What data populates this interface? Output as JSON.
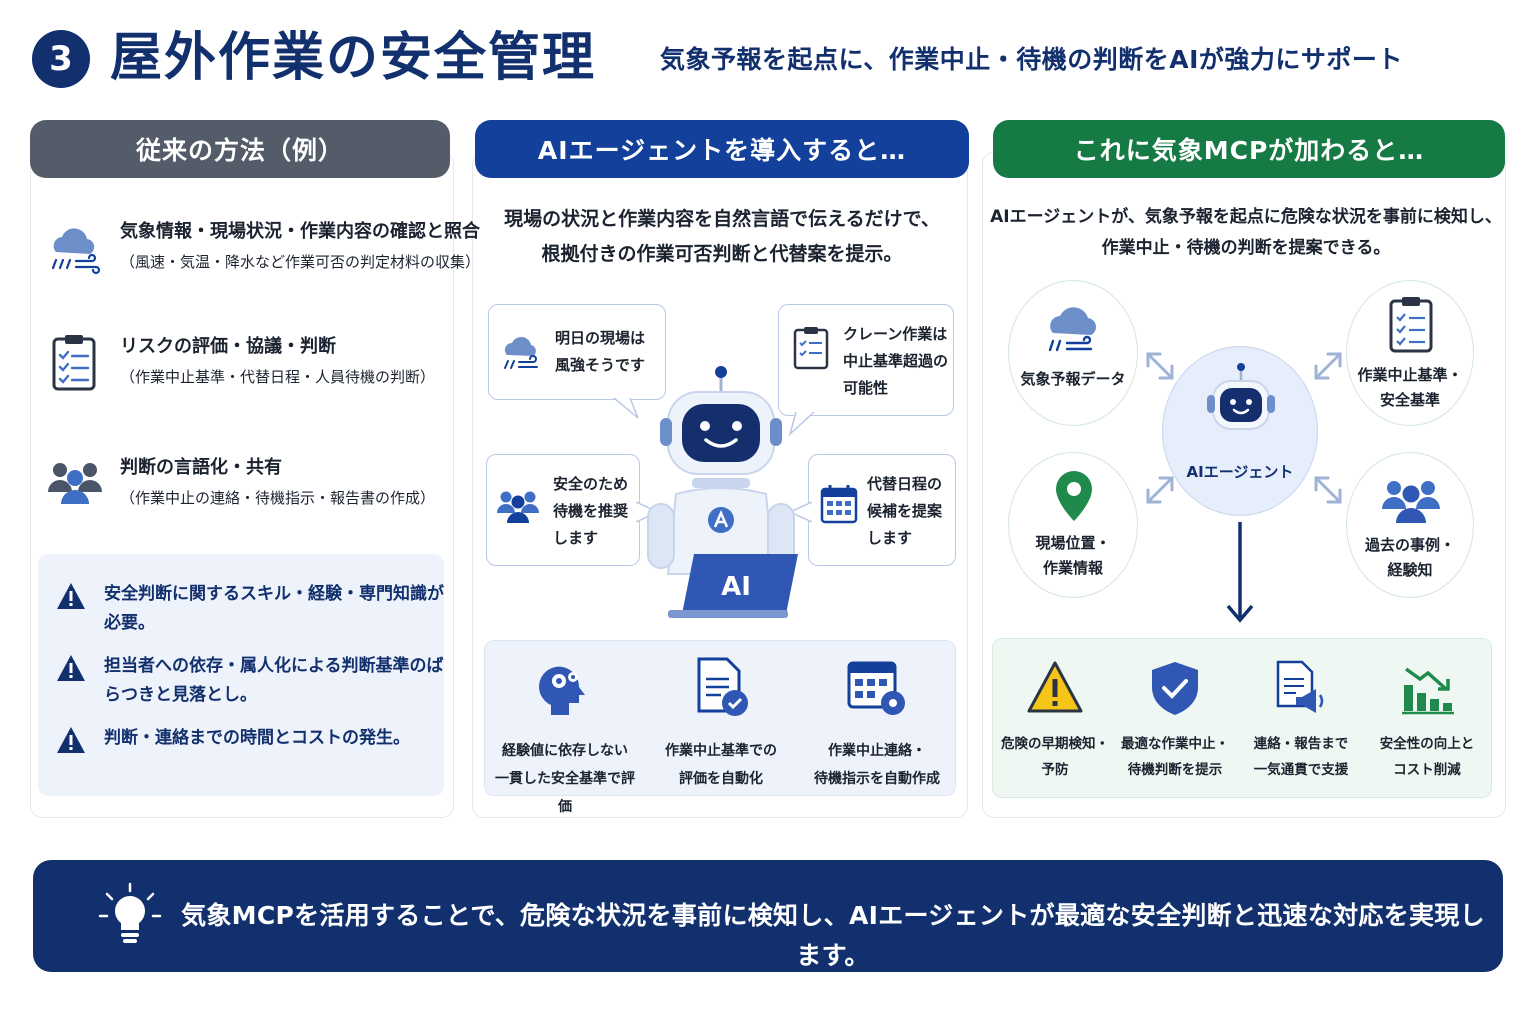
{
  "header": {
    "number": "3",
    "title": "屋外作業の安全管理",
    "subtitle": "気象予報を起点に、作業中止・待機の判断をAIが強力にサポート"
  },
  "colors": {
    "navy": "#12306e",
    "blue": "#12409a",
    "green": "#157a44",
    "gray": "#545c69",
    "warning": "#12306e"
  },
  "conventional": {
    "heading": "従来の方法（例）",
    "items": [
      {
        "icon": "weather-icon",
        "main": "気象情報・現場状況・作業内容の確認と照合",
        "sub": "（風速・気温・降水など作業可否の判定材料の収集）"
      },
      {
        "icon": "clipboard-icon",
        "main": "リスクの評価・協議・判断",
        "sub": "（作業中止基準・代替日程・人員待機の判断）"
      },
      {
        "icon": "people-icon",
        "main": "判断の言語化・共有",
        "sub": "（作業中止の連絡・待機指示・報告書の作成）"
      }
    ],
    "warnings": [
      "安全判断に関するスキル・経験・専門知識が必要。",
      "担当者への依存・属人化による判断基準のばらつきと見落とし。",
      "判断・連絡までの時間とコストの発生。"
    ]
  },
  "ai_agent": {
    "heading": "AIエージェントを導入すると…",
    "lead": "現場の状況と作業内容を自然言語で伝えるだけで、\n根拠付きの作業可否判断と代替案を提示。",
    "bubbles": [
      {
        "icon": "weather-icon",
        "text": "明日の現場は\n風強そうです"
      },
      {
        "icon": "checklist-icon",
        "text": "クレーン作業は\n中止基準超過の\n可能性"
      },
      {
        "icon": "people-icon",
        "text": "安全のため\n待機を推奨\nします"
      },
      {
        "icon": "calendar-icon",
        "text": "代替日程の\n候補を提案\nします"
      }
    ],
    "laptop_label": "AI",
    "features": [
      {
        "icon": "brain-gear-icon",
        "text": "経験値に依存しない\n一貫した安全基準で評価"
      },
      {
        "icon": "document-check-icon",
        "text": "作業中止基準での\n評価を自動化"
      },
      {
        "icon": "calendar-gear-icon",
        "text": "作業中止連絡・\n待機指示を自動作成"
      }
    ]
  },
  "weather_mcp": {
    "heading": "これに気象MCPが加わると…",
    "lead": "AIエージェントが、気象予報を起点に危険な状況を事前に検知し、\n作業中止・待機の判断を提案できる。",
    "center_label": "AIエージェント",
    "nodes": [
      {
        "icon": "weather-icon",
        "text": "気象予報データ"
      },
      {
        "icon": "checklist-icon",
        "text": "作業中止基準・\n安全基準"
      },
      {
        "icon": "map-pin-icon",
        "text": "現場位置・\n作業情報"
      },
      {
        "icon": "people-icon",
        "text": "過去の事例・\n経験知"
      }
    ],
    "results": [
      {
        "icon": "warning-icon",
        "text": "危険の早期検知・\n予防"
      },
      {
        "icon": "shield-check-icon",
        "text": "最適な作業中止・\n待機判断を提示"
      },
      {
        "icon": "document-megaphone-icon",
        "text": "連絡・報告まで\n一気通貫で支援"
      },
      {
        "icon": "chart-down-icon",
        "text": "安全性の向上と\nコスト削減"
      }
    ]
  },
  "footer": {
    "icon": "lightbulb-icon",
    "text": "気象MCPを活用することで、危険な状況を事前に検知し、AIエージェントが最適な安全判断と迅速な対応を実現します。"
  }
}
